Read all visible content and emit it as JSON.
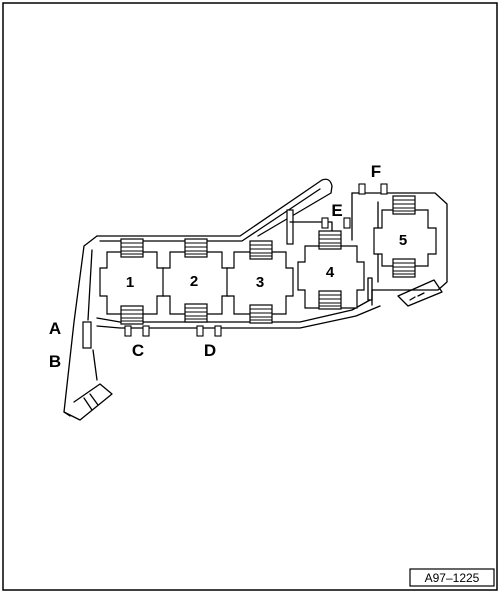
{
  "figure": {
    "reference_code": "A97–1225",
    "callouts": {
      "A": "A",
      "B": "B",
      "C": "C",
      "D": "D",
      "E": "E",
      "F": "F"
    },
    "relay_numbers": [
      "1",
      "2",
      "3",
      "4",
      "5"
    ]
  }
}
